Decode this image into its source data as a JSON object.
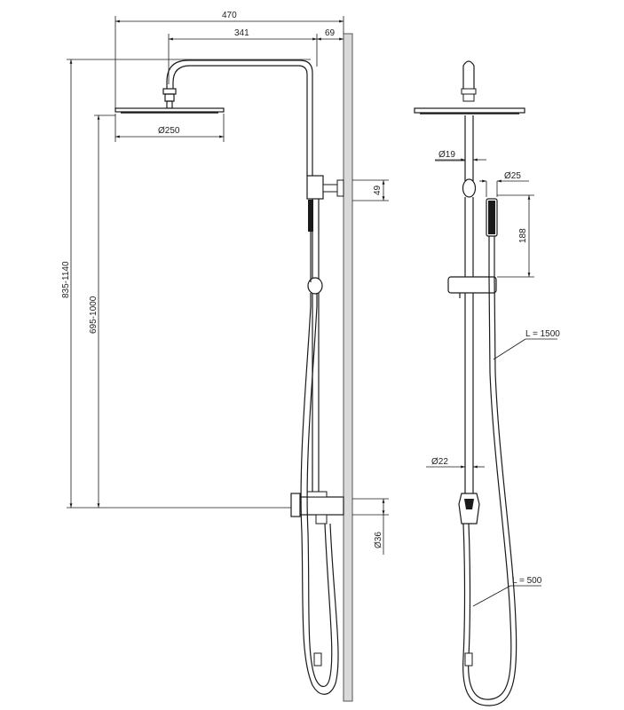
{
  "side_view": {
    "width_total": "470",
    "arm_reach": "341",
    "wall_offset": "69",
    "head_diameter": "Ø250",
    "height_overall": "835-1140",
    "height_head": "695-1000",
    "bracket_height": "49",
    "diverter_diameter": "Ø36"
  },
  "front_view": {
    "upper_pipe_diameter": "Ø19",
    "hand_shower_diameter": "Ø25",
    "hand_shower_length": "188",
    "hose_length_long": "L = 1500",
    "lower_pipe_diameter": "Ø22",
    "hose_length_short": "L = 500"
  }
}
